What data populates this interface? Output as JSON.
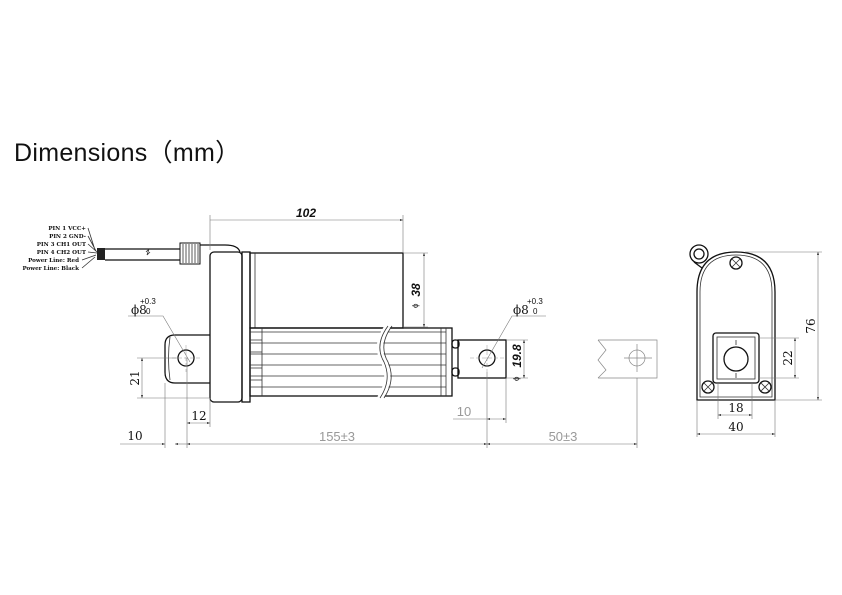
{
  "title": "Dimensions（mm）",
  "wiring": {
    "pins": [
      "PIN 1 VCC+",
      "PIN 2 GND-",
      "PIN 3 CH1 OUT",
      "PIN 4 CH2 OUT",
      "Power Line: Red",
      "Power Line: Black"
    ]
  },
  "side_view": {
    "motor_length": "102",
    "motor_diameter": "38",
    "tube_diameter": "19.8",
    "rear_hole": {
      "main": "ϕ8",
      "upper_tol": "+0.3",
      "lower_tol": "0"
    },
    "front_hole": {
      "main": "ϕ8",
      "upper_tol": "+0.3",
      "lower_tol": "0"
    },
    "rear_clevis_height": "21",
    "rear_clevis_offset": "12",
    "rear_end_offset": "10",
    "rod_end_offset": "10",
    "retracted_length": "155±3",
    "stroke": "50±3",
    "diameter_symbol": "ϕ"
  },
  "end_view": {
    "height": "76",
    "width": "40",
    "square_width": "18",
    "square_height": "22"
  }
}
